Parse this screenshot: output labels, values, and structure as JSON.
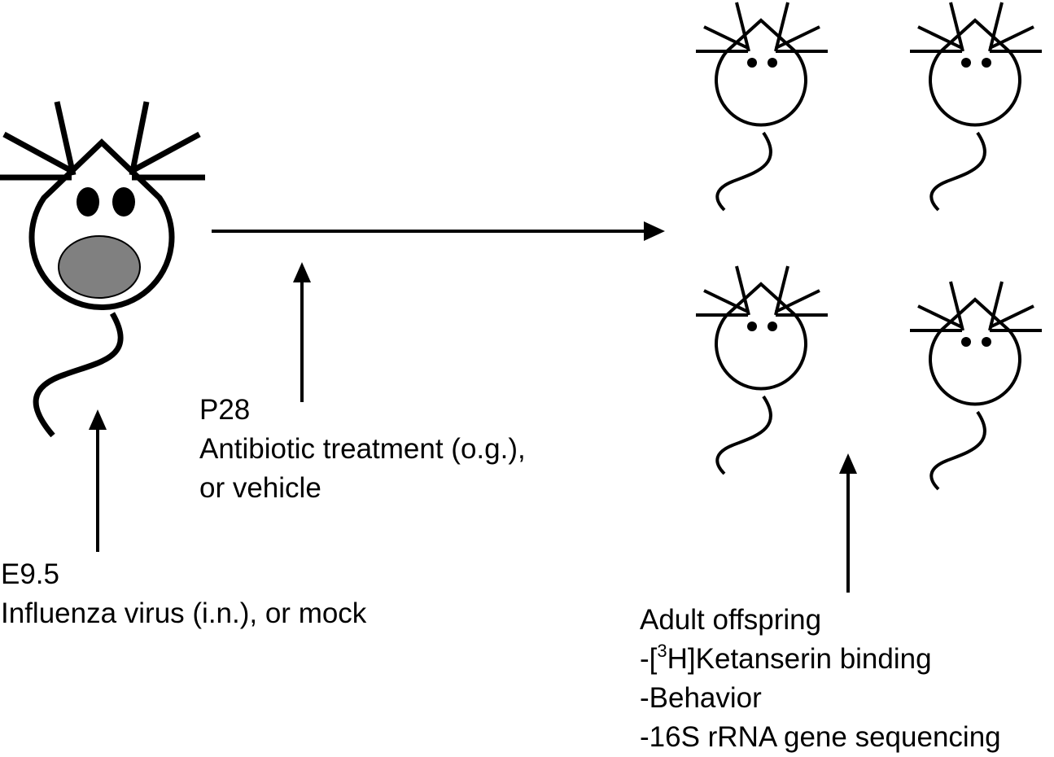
{
  "steps": {
    "infection": {
      "time": "E9.5",
      "description": "Influenza virus (i.n.), or mock"
    },
    "treatment": {
      "time": "P28",
      "description_line1": "Antibiotic treatment (o.g.),",
      "description_line2": "or vehicle"
    },
    "outcome": {
      "title": "Adult offspring",
      "assays": {
        "binding_prefix": "-[",
        "binding_sup": "3",
        "binding_suffix": "H]Ketanserin binding",
        "behavior": "-Behavior",
        "sequencing": "-16S rRNA gene sequencing"
      }
    }
  },
  "icons": {
    "mother": "pregnant-mouse-icon",
    "offspring": "mouse-icon",
    "arrow": "arrow-icon"
  },
  "colors": {
    "line": "#000000",
    "belly": "#808080",
    "background": "#ffffff"
  }
}
